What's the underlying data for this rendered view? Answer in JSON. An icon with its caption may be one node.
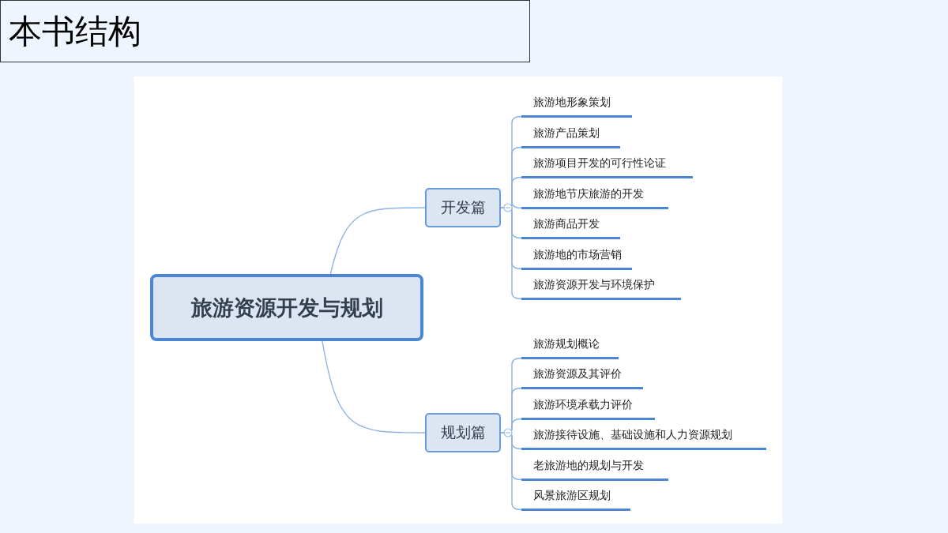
{
  "diagram": {
    "title": "本书结构",
    "nodes": [
      {
        "text": [
          "旅游资源开发与规划"
        ]
      },
      {
        "text": [
          "开发篇"
        ]
      },
      {
        "text": [
          "规划篇"
        ]
      },
      {
        "text": [
          "旅游地形象策划"
        ]
      },
      {
        "text": [
          "旅游产品策划"
        ]
      },
      {
        "text": [
          "旅游项目开发的可行性论证"
        ]
      },
      {
        "text": [
          "旅游地节庆旅游的开发"
        ]
      },
      {
        "text": [
          "旅游商品开发"
        ]
      },
      {
        "text": [
          "旅游地的市场营销"
        ]
      },
      {
        "text": [
          "旅游资源开发与环境保护"
        ]
      },
      {
        "text": [
          "旅游规划概论"
        ]
      },
      {
        "text": [
          "旅游资源及其评价"
        ]
      },
      {
        "text": [
          "旅游环境承载力评价"
        ]
      },
      {
        "text": [
          "旅游接待设施、基础设施和人力资源规划"
        ]
      },
      {
        "text": [
          "老旅游地的规划与开发"
        ]
      },
      {
        "text": [
          "风景旅游区规划"
        ]
      }
    ],
    "edges": [
      {
        "from": 0,
        "to": 1,
        "arrow": "none"
      },
      {
        "from": 0,
        "to": 2,
        "arrow": "none"
      },
      {
        "from": 1,
        "to": 3,
        "arrow": "none"
      },
      {
        "from": 1,
        "to": 4,
        "arrow": "none"
      },
      {
        "from": 1,
        "to": 5,
        "arrow": "none"
      },
      {
        "from": 1,
        "to": 6,
        "arrow": "none"
      },
      {
        "from": 1,
        "to": 7,
        "arrow": "none"
      },
      {
        "from": 1,
        "to": 8,
        "arrow": "none"
      },
      {
        "from": 1,
        "to": 9,
        "arrow": "none"
      },
      {
        "from": 2,
        "to": 10,
        "arrow": "none"
      },
      {
        "from": 2,
        "to": 11,
        "arrow": "none"
      },
      {
        "from": 2,
        "to": 12,
        "arrow": "none"
      },
      {
        "from": 2,
        "to": 13,
        "arrow": "none"
      },
      {
        "from": 2,
        "to": 14,
        "arrow": "none"
      },
      {
        "from": 2,
        "to": 15,
        "arrow": "none"
      }
    ]
  }
}
